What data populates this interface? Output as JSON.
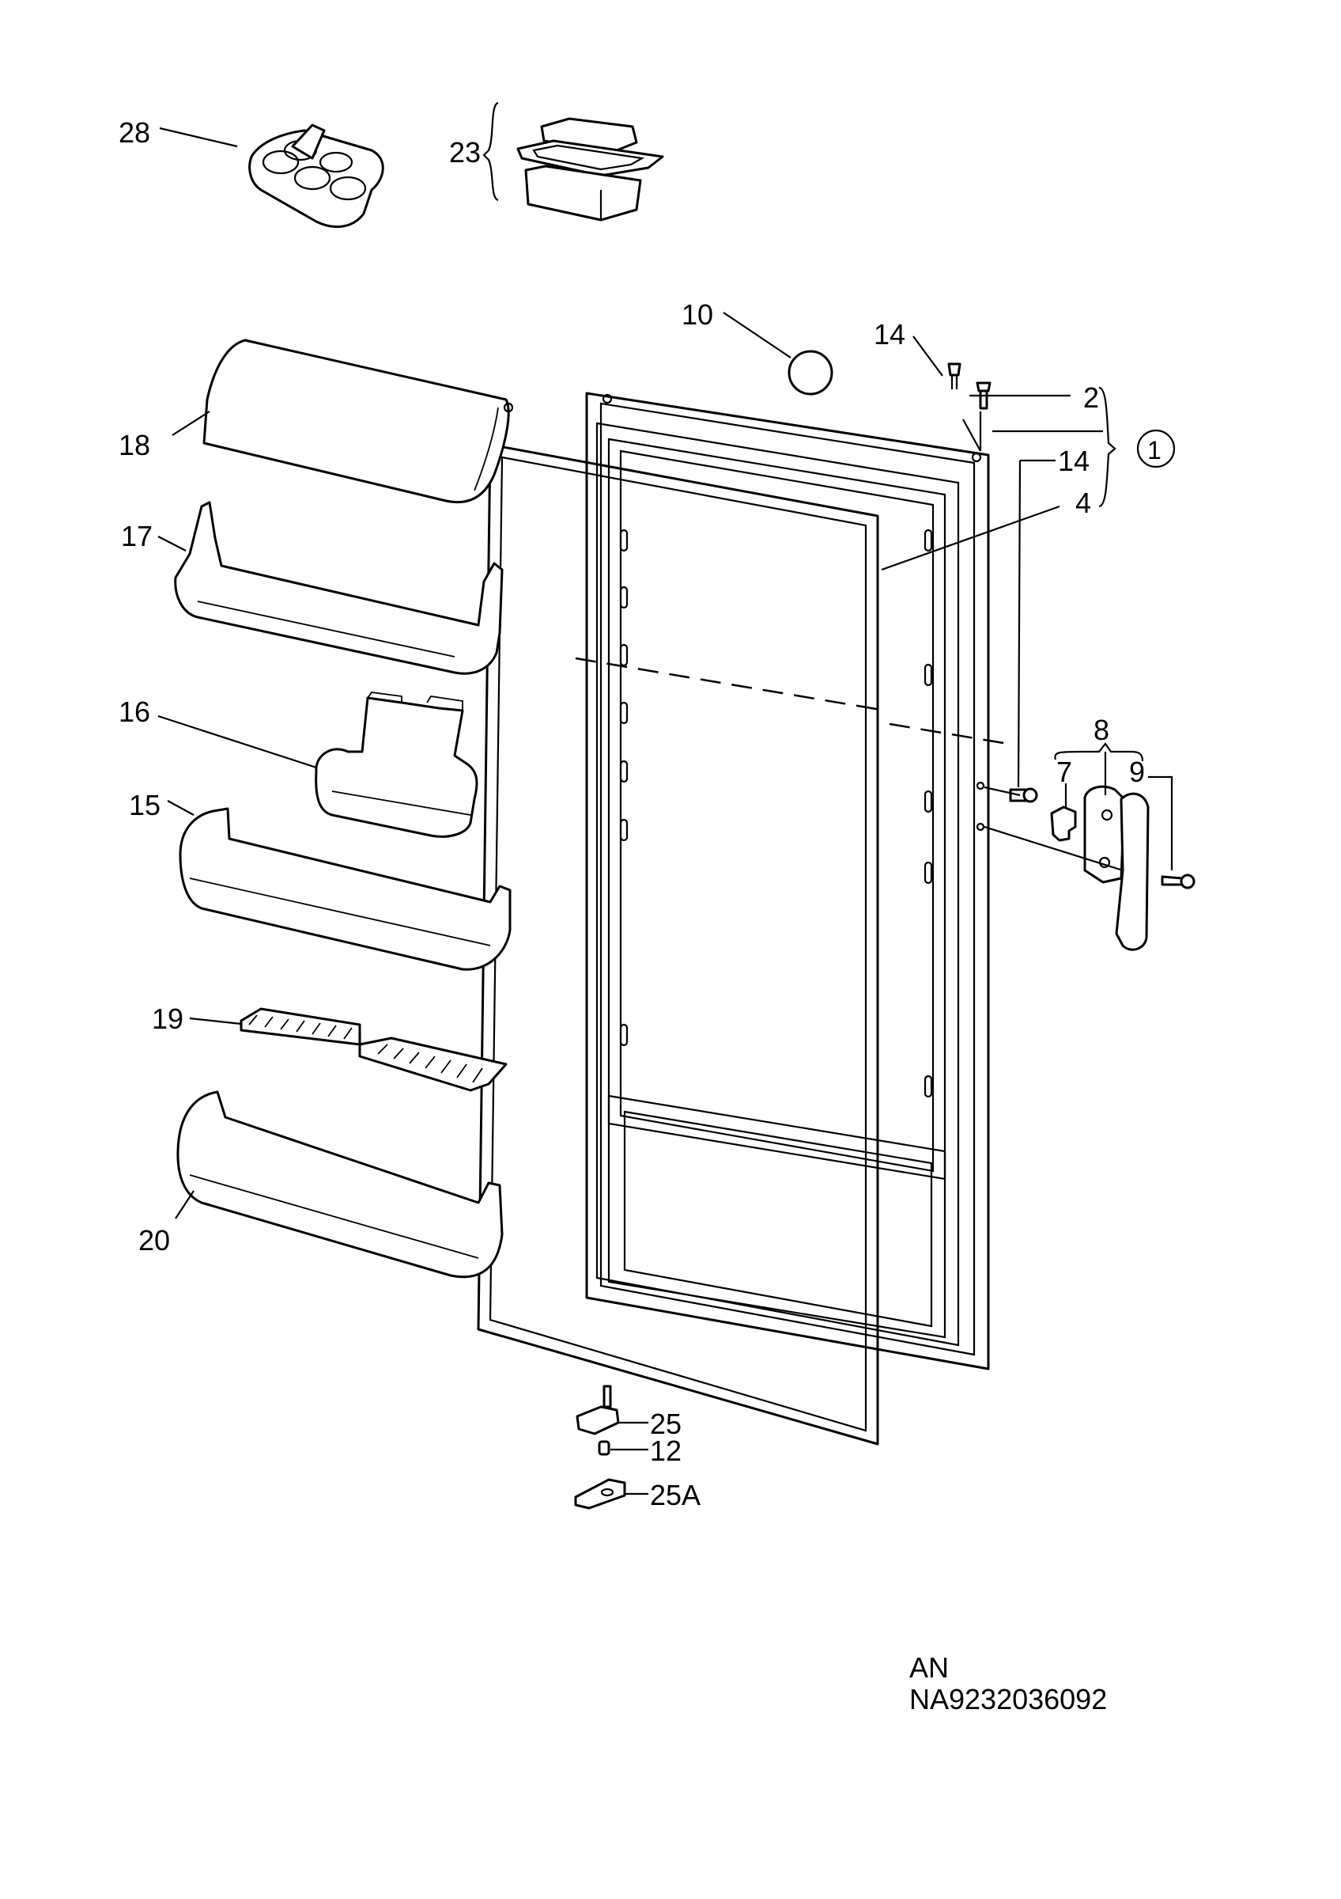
{
  "parts": [
    {
      "id": "p28",
      "label": "28",
      "name": "egg tray"
    },
    {
      "id": "p23",
      "label": "23",
      "name": "butter dish set"
    },
    {
      "id": "p10",
      "label": "10",
      "name": "cap"
    },
    {
      "id": "p14a",
      "label": "14",
      "name": "rivet top"
    },
    {
      "id": "p2",
      "label": "2",
      "name": "pin"
    },
    {
      "id": "p1",
      "label": "1",
      "name": "door assembly"
    },
    {
      "id": "p14b",
      "label": "14",
      "name": "rivet side"
    },
    {
      "id": "p4",
      "label": "4",
      "name": "door gasket"
    },
    {
      "id": "p18",
      "label": "18",
      "name": "dairy flap"
    },
    {
      "id": "p17",
      "label": "17",
      "name": "top shelf"
    },
    {
      "id": "p16",
      "label": "16",
      "name": "small shelf"
    },
    {
      "id": "p15",
      "label": "15",
      "name": "middle shelf"
    },
    {
      "id": "p19",
      "label": "19",
      "name": "bottle rack"
    },
    {
      "id": "p20",
      "label": "20",
      "name": "bottom shelf"
    },
    {
      "id": "p8",
      "label": "8",
      "name": "handle set"
    },
    {
      "id": "p7",
      "label": "7",
      "name": "handle clip"
    },
    {
      "id": "p9",
      "label": "9",
      "name": "screw"
    },
    {
      "id": "p25",
      "label": "25",
      "name": "lower hinge"
    },
    {
      "id": "p12",
      "label": "12",
      "name": "hinge screw"
    },
    {
      "id": "p25a",
      "label": "25A",
      "name": "hinge plate"
    }
  ],
  "footer": {
    "line1": "AN",
    "line2": "NA9232036092"
  }
}
